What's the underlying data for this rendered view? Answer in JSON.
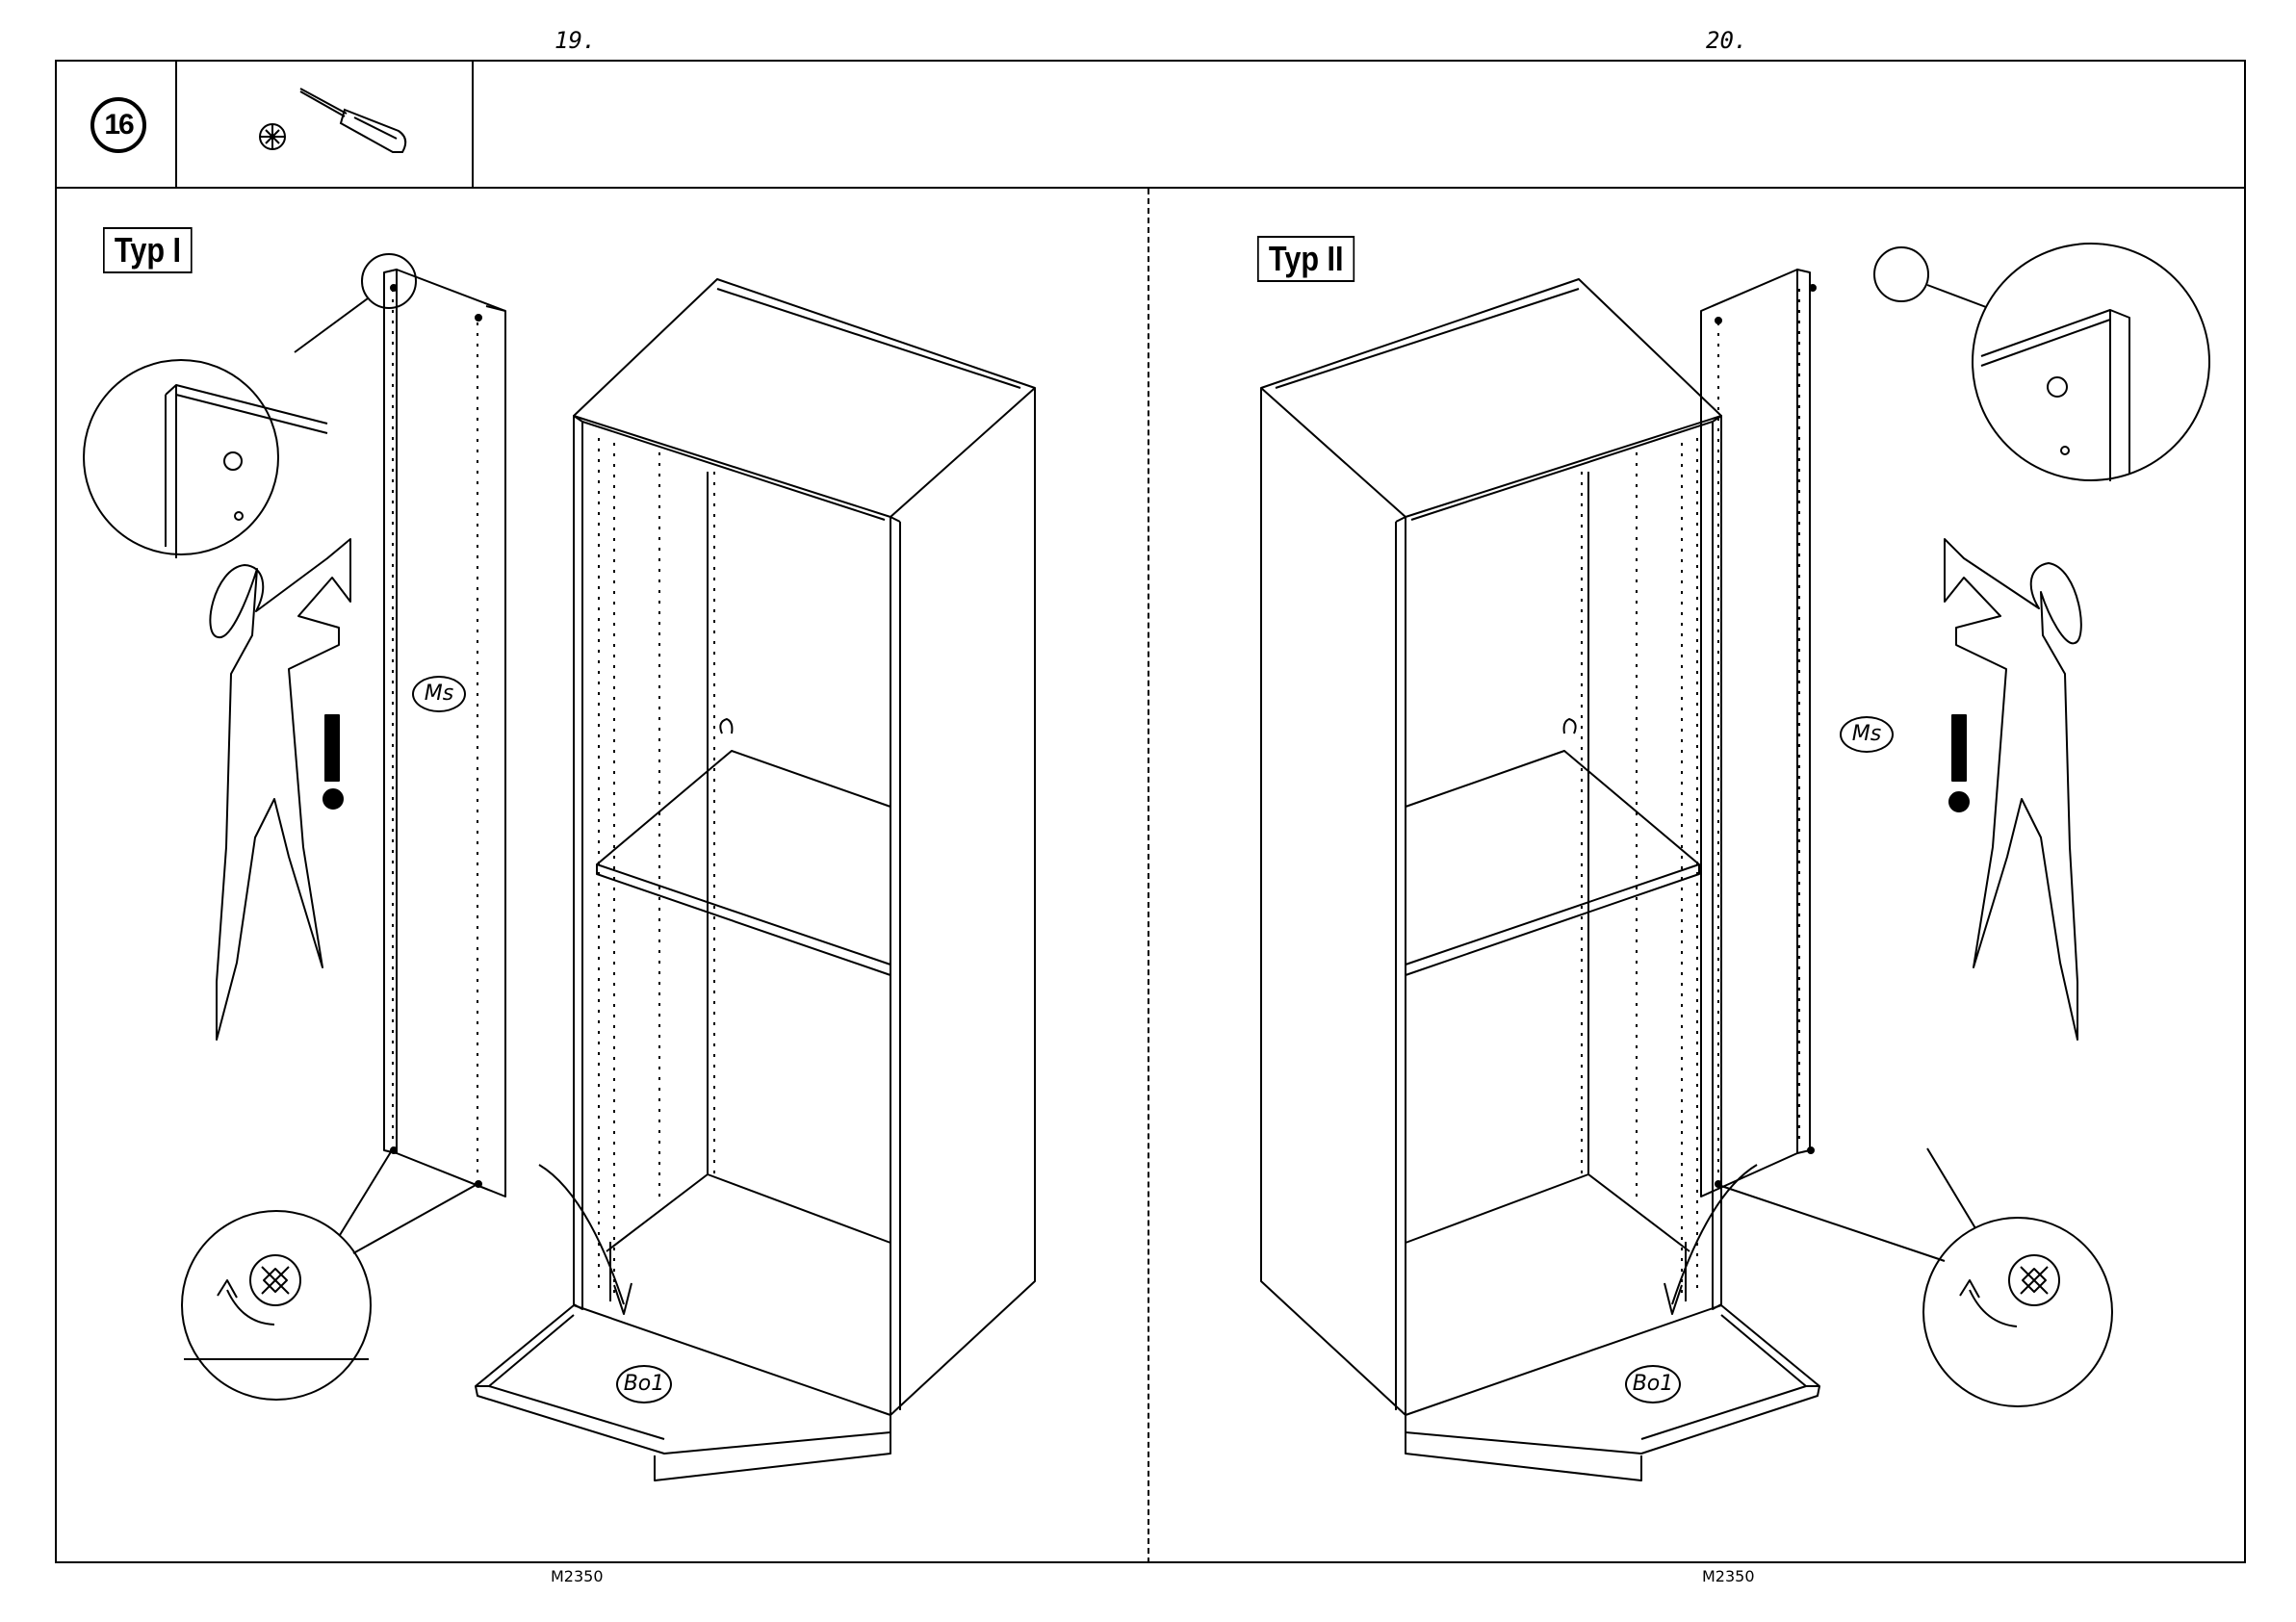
{
  "page_numbers": {
    "left": "19.",
    "right": "20."
  },
  "step": {
    "number": "16"
  },
  "tools": {
    "icon": "screwdriver-icon",
    "bit_icon": "phillips-screw-icon"
  },
  "panels": {
    "left": {
      "type_label": "Typ I",
      "side_part": "Ms",
      "bottom_part": "Bo1"
    },
    "right": {
      "type_label": "Typ II",
      "side_part": "Ms",
      "bottom_part": "Bo1"
    }
  },
  "footer": {
    "left_code": "M2350",
    "right_code": "M2350"
  }
}
